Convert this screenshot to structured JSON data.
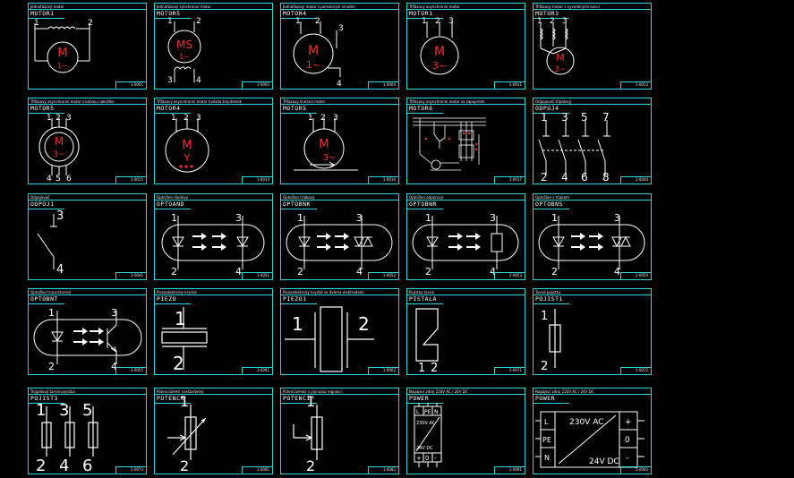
{
  "colors": {
    "background": "#000000",
    "frame": "#2fd6d6",
    "line": "#ffffff",
    "accent": "#ff2b2b"
  },
  "cells": [
    {
      "caption": "Jednofázový motor",
      "name": "MOTOR1",
      "code": "1-0001"
    },
    {
      "caption": "Jednofázový synchronní motor",
      "name": "MOTOR5",
      "code": "1-0005"
    },
    {
      "caption": "Jednofázový motor s pomocným vinutím",
      "name": "MOTOR4",
      "code": "1-0004"
    },
    {
      "caption": "Třífázový asynchronní motor",
      "name": "MOTOR1",
      "code": "1-0011"
    },
    {
      "caption": "Třífázový motor s vyvedenými konci",
      "name": "MOTOR3",
      "code": "1-0013"
    },
    {
      "caption": "Třífázový asynchronní motor s kotvou nakrátko",
      "name": "MOTOR5",
      "code": "1-0015"
    },
    {
      "caption": "Třífázový asynchronní motor hvězda trojúhelník",
      "name": "MOTOR4",
      "code": "1-0014"
    },
    {
      "caption": "Třífázový lineární motor",
      "name": "MOTOR5",
      "code": "1-0016"
    },
    {
      "caption": "Třífázový asynchronní motor se zapojením",
      "name": "MOTOR6",
      "code": "1-0017"
    },
    {
      "caption": "Odpojovač třípólový",
      "name": "ODPOJ4",
      "code": "1-0044"
    },
    {
      "caption": "Odpojovač",
      "name": "ODPOJ1",
      "code": "1-0041"
    },
    {
      "caption": "Optočlen diodový",
      "name": "OPTOAND",
      "code": "1-0051"
    },
    {
      "caption": "Optočlen triakový",
      "name": "OPTOBNK",
      "code": "1-0052"
    },
    {
      "caption": "Optočlen odporový",
      "name": "OPTOBNR",
      "code": "1-0053"
    },
    {
      "caption": "Optočlen s triakem",
      "name": "OPTOBNS",
      "code": "1-0054"
    },
    {
      "caption": "Optočlen tranzistorový",
      "name": "OPTOBNT",
      "code": "1-0055"
    },
    {
      "caption": "Piezoelektrický krystal",
      "name": "PIEZO",
      "code": "1-0061"
    },
    {
      "caption": "Piezoelektrický krystal se dvěma elektrodami",
      "name": "PIEZO1",
      "code": "1-0062"
    },
    {
      "caption": "Pojistka tavná",
      "name": "PISTALA",
      "code": "1-0071"
    },
    {
      "caption": "Tavná pojistka",
      "name": "POJIST1",
      "code": "1-0072"
    },
    {
      "caption": "Trojpólová tavná pojistka",
      "name": "POJIST3",
      "code": "1-0073"
    },
    {
      "caption": "Potenciometr nastavitelný",
      "name": "POTENCR",
      "code": "1-0081"
    },
    {
      "caption": "Potenciometr s plynulou regulací",
      "name": "POTENCIP",
      "code": "1-0082"
    },
    {
      "caption": "Napájecí zdroj 230V AC / 24V DC",
      "name": "POWER",
      "code": "1-0091"
    },
    {
      "caption": "Napájecí zdroj 230V AC / 24V DC",
      "name": "POWER",
      "code": "1-0092"
    }
  ],
  "symbols": {
    "motor1": {
      "term1": "1",
      "term2": "2",
      "m": "M",
      "phase": "1~"
    },
    "motor2": {
      "term1": "1",
      "term2": "2",
      "term3": "3",
      "term4": "4",
      "m": "MS",
      "phase": "1~"
    },
    "motor3": {
      "term1": "1",
      "term2": "2",
      "term3": "3",
      "term4": "4",
      "m": "M",
      "phase": "1~"
    },
    "motor4": {
      "term1": "1",
      "term2": "2",
      "term3": "3",
      "m": "M",
      "phase": "3~"
    },
    "motor5": {
      "term1": "1",
      "term2": "2",
      "term3": "3",
      "m": "M",
      "phase": "3~"
    },
    "motor6": {
      "term1": "1",
      "term2": "2",
      "term3": "3",
      "term4": "4",
      "term5": "5",
      "term6": "6",
      "m": "M",
      "phase": "3~"
    },
    "motor7": {
      "term1": "1",
      "term2": "2",
      "term3": "3",
      "m": "M",
      "phase": "Y"
    },
    "motor8": {
      "term1": "1",
      "term2": "2",
      "term3": "3",
      "m": "M",
      "phase": "3~"
    },
    "disc3": {
      "t1": "1",
      "t3": "3",
      "t5": "5",
      "t7": "7",
      "t2": "2",
      "t4": "4",
      "t6": "6",
      "t8": "8"
    },
    "disc1": {
      "t3": "3",
      "t4": "4"
    },
    "opto": {
      "t1": "1",
      "t2": "2",
      "t3": "3",
      "t4": "4"
    },
    "piezo": {
      "t1": "1",
      "t2": "2"
    },
    "pistala": {
      "t1": "1",
      "t2": "2"
    },
    "fuse1": {
      "t1": "1",
      "t2": "2"
    },
    "fuse3": {
      "t1": "1",
      "t3": "3",
      "t5": "5",
      "t2": "2",
      "t4": "4",
      "t6": "6"
    },
    "pot": {
      "t1": "1",
      "t2": "2"
    },
    "power1": {
      "l": "L",
      "pe": "PE",
      "n": "N",
      "ac": "230V AC",
      "dc": "24V DC",
      "plus": "+",
      "zero": "0",
      "minus": "-"
    },
    "power2": {
      "l": "L",
      "pe": "PE",
      "n": "N",
      "ac": "230V AC",
      "dc": "24V DC",
      "plus": "+",
      "zero": "0",
      "minus": "-"
    }
  }
}
